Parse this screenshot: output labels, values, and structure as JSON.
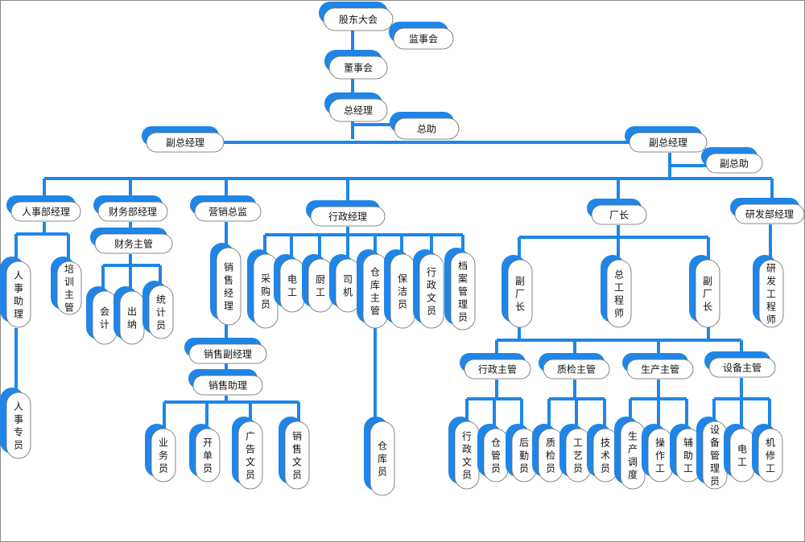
{
  "chart": {
    "line_color": "#1f86e8",
    "node_fill": "#ffffff",
    "node_stroke": "#666666"
  },
  "nodes": [
    {
      "id": "gudong",
      "label": "股东大会"
    },
    {
      "id": "jianshi",
      "label": "监事会"
    },
    {
      "id": "dongshi",
      "label": "董事会"
    },
    {
      "id": "zongjingli",
      "label": "总经理"
    },
    {
      "id": "zongzhu",
      "label": "总助"
    },
    {
      "id": "fuzong1",
      "label": "副总经理"
    },
    {
      "id": "fuzong2",
      "label": "副总经理"
    },
    {
      "id": "fuzongzhu",
      "label": "副总助"
    },
    {
      "id": "renshi",
      "label": "人事部经理"
    },
    {
      "id": "caiwu",
      "label": "财务部经理"
    },
    {
      "id": "yingxiao",
      "label": "营销总监"
    },
    {
      "id": "xingzheng",
      "label": "行政经理"
    },
    {
      "id": "changzhang",
      "label": "厂长"
    },
    {
      "id": "yanfa",
      "label": "研发部经理"
    },
    {
      "id": "rszl",
      "label": "人事助理"
    },
    {
      "id": "pxzg",
      "label": "培训主管"
    },
    {
      "id": "rszy",
      "label": "人事专员"
    },
    {
      "id": "cwzg",
      "label": "财务主管"
    },
    {
      "id": "kuaiji",
      "label": "会计"
    },
    {
      "id": "chuna",
      "label": "出纳"
    },
    {
      "id": "tongji",
      "label": "统计员"
    },
    {
      "id": "xsjl",
      "label": "销售经理"
    },
    {
      "id": "xsfjl",
      "label": "销售副经理"
    },
    {
      "id": "xszl",
      "label": "销售助理"
    },
    {
      "id": "ywy",
      "label": "业务员"
    },
    {
      "id": "kdy",
      "label": "开单员"
    },
    {
      "id": "ggwy",
      "label": "广告文员"
    },
    {
      "id": "xswy",
      "label": "销售文员"
    },
    {
      "id": "caigou",
      "label": "采购员"
    },
    {
      "id": "diangong1",
      "label": "电工"
    },
    {
      "id": "chugong",
      "label": "厨工"
    },
    {
      "id": "siji",
      "label": "司机"
    },
    {
      "id": "ckzg",
      "label": "仓库主管"
    },
    {
      "id": "baojie",
      "label": "保洁员"
    },
    {
      "id": "xzwy1",
      "label": "行政文员"
    },
    {
      "id": "dagl",
      "label": "档案管理员"
    },
    {
      "id": "cangku",
      "label": "仓库员"
    },
    {
      "id": "fucz1",
      "label": "副厂长"
    },
    {
      "id": "zgcs",
      "label": "总工程师"
    },
    {
      "id": "fucz2",
      "label": "副厂长"
    },
    {
      "id": "yfgcs",
      "label": "研发工程师"
    },
    {
      "id": "xzzg",
      "label": "行政主管"
    },
    {
      "id": "zjzg",
      "label": "质检主管"
    },
    {
      "id": "sczg",
      "label": "生产主管"
    },
    {
      "id": "sbzg",
      "label": "设备主管"
    },
    {
      "id": "xzwy2",
      "label": "行政文员"
    },
    {
      "id": "cgy",
      "label": "仓管员"
    },
    {
      "id": "hqy",
      "label": "后勤员"
    },
    {
      "id": "zjy",
      "label": "质检员"
    },
    {
      "id": "gyy",
      "label": "工艺员"
    },
    {
      "id": "jsy",
      "label": "技术员"
    },
    {
      "id": "scdd",
      "label": "生产调度"
    },
    {
      "id": "czg",
      "label": "操作工"
    },
    {
      "id": "fzg",
      "label": "辅助工"
    },
    {
      "id": "sbgly",
      "label": "设备管理员"
    },
    {
      "id": "diangong2",
      "label": "电工"
    },
    {
      "id": "jxg",
      "label": "机修工"
    }
  ]
}
